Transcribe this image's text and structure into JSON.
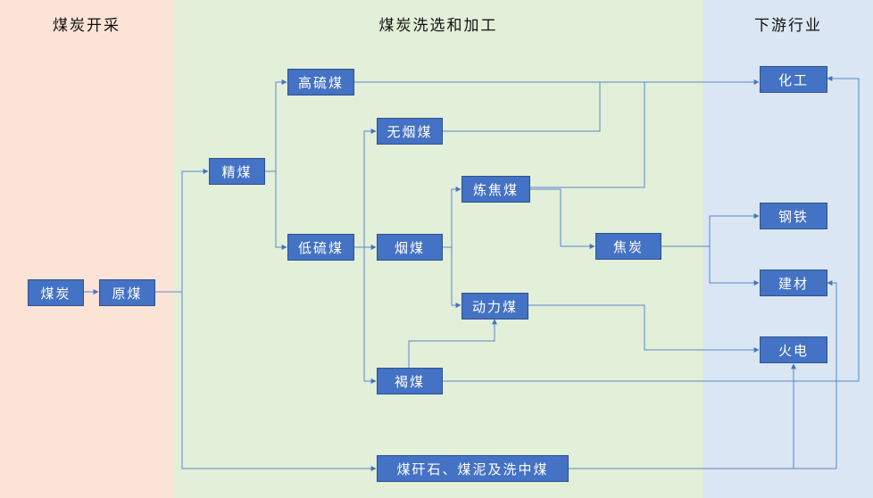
{
  "zones": {
    "mining": {
      "title": "煤炭开采",
      "color": "#fbe3d6"
    },
    "processing": {
      "title": "煤炭洗选和加工",
      "color": "#e2efd9"
    },
    "downstream": {
      "title": "下游行业",
      "color": "#dae6f3"
    }
  },
  "nodes": {
    "coal": "煤炭",
    "raw_coal": "原煤",
    "clean_coal": "精煤",
    "high_sulfur": "高硫煤",
    "low_sulfur": "低硫煤",
    "anthracite": "无烟煤",
    "bituminous": "烟煤",
    "lignite": "褐煤",
    "coking_coal": "炼焦煤",
    "thermal_coal": "动力煤",
    "coke": "焦炭",
    "byproducts": "煤矸石、煤泥及洗中煤",
    "chemical": "化工",
    "steel": "钢铁",
    "building": "建材",
    "power": "火电"
  },
  "colors": {
    "node_fill": "#4472c4",
    "edge": "#5b87c9"
  }
}
